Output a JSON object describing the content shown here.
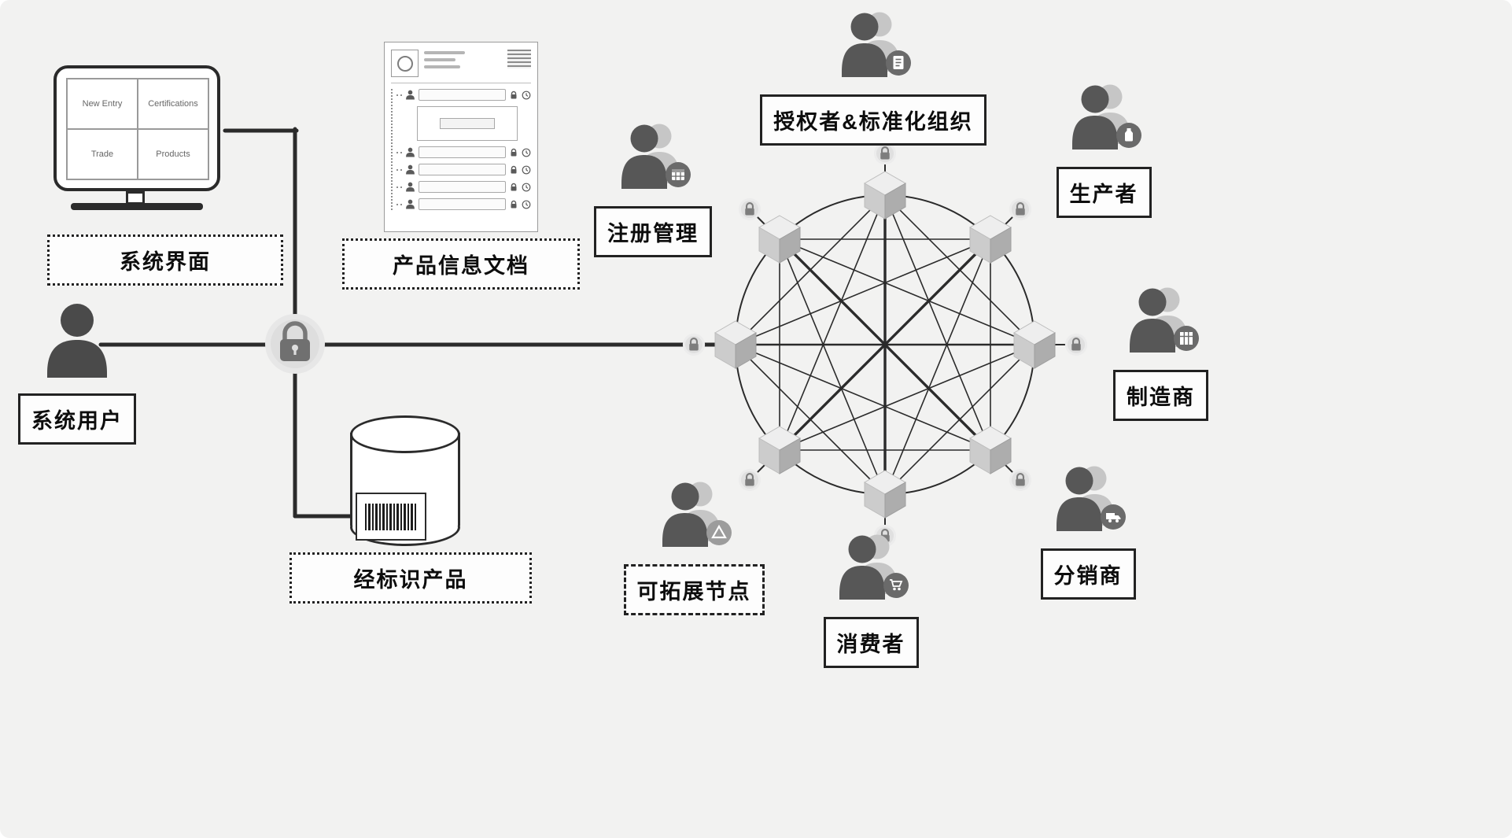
{
  "colors": {
    "background": "#f2f2f1",
    "line": "#2b2b2b",
    "person_dark": "#575757",
    "person_light": "#c6c6c6",
    "cube_light": "#eeeeee",
    "cube_mid": "#cccccc",
    "cube_dark": "#adadad",
    "badge": "#6a6a6a"
  },
  "monitor": {
    "cells": [
      {
        "label": "New Entry"
      },
      {
        "label": "Certifications"
      },
      {
        "label": "Trade"
      },
      {
        "label": "Products"
      }
    ]
  },
  "left_section": {
    "system_interface_label": "系统界面",
    "product_document_label": "产品信息文档",
    "identified_product_label": "经标识产品",
    "system_user_label": "系统用户"
  },
  "network": {
    "node_count": 8,
    "participants": [
      {
        "id": "registration",
        "label": "注册管理",
        "badge_icon": "registry-card-icon",
        "border": "solid"
      },
      {
        "id": "authorizer",
        "label": "授权者&标准化组织",
        "badge_icon": "certificate-icon",
        "border": "solid"
      },
      {
        "id": "producer",
        "label": "生产者",
        "badge_icon": "production-icon",
        "border": "solid"
      },
      {
        "id": "manufacturer",
        "label": "制造商",
        "badge_icon": "factory-icon",
        "border": "solid"
      },
      {
        "id": "distributor",
        "label": "分销商",
        "badge_icon": "truck-icon",
        "border": "solid"
      },
      {
        "id": "consumer",
        "label": "消费者",
        "badge_icon": "cart-icon",
        "border": "solid"
      },
      {
        "id": "extensible",
        "label": "可拓展节点",
        "badge_icon": "expand-triangle-icon",
        "border": "dashed"
      }
    ]
  }
}
